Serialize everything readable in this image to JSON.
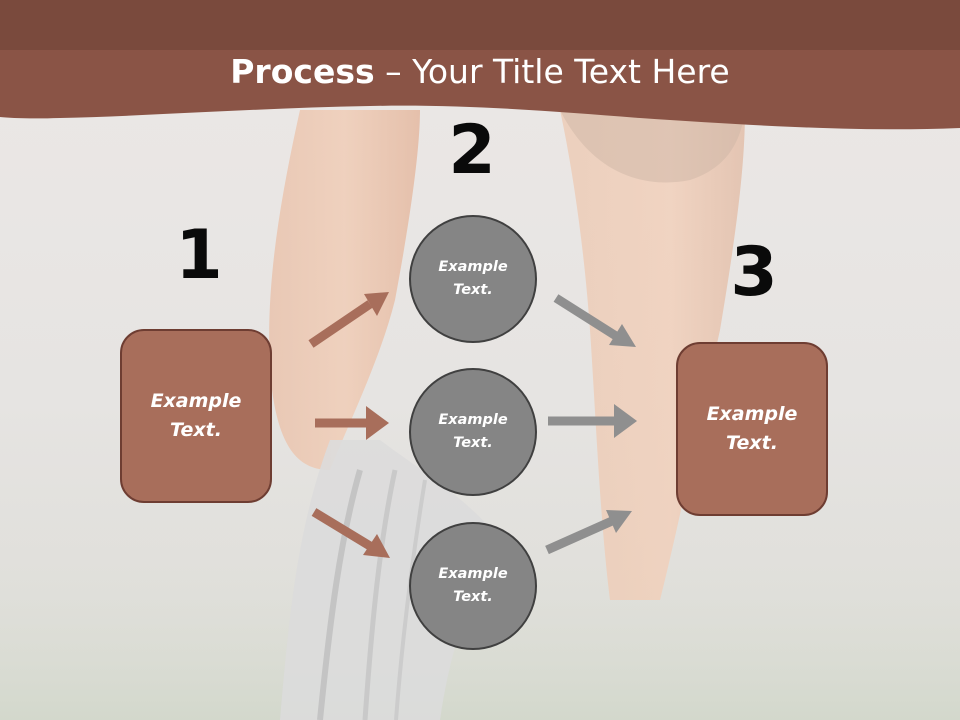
{
  "title": {
    "bold": "Process",
    "rest": " – Your Title Text Here"
  },
  "steps": {
    "one": "1",
    "two": "2",
    "three": "3"
  },
  "left_box": {
    "line1": "Example",
    "line2": "Text."
  },
  "right_box": {
    "line1": "Example",
    "line2": "Text."
  },
  "circles": [
    {
      "line1": "Example",
      "line2": "Text."
    },
    {
      "line1": "Example",
      "line2": "Text."
    },
    {
      "line1": "Example",
      "line2": "Text."
    }
  ],
  "colors": {
    "brown": "#a86e5b",
    "header": "#8a5446",
    "gray": "#858585",
    "arrow_gray": "#8f8f8f"
  }
}
